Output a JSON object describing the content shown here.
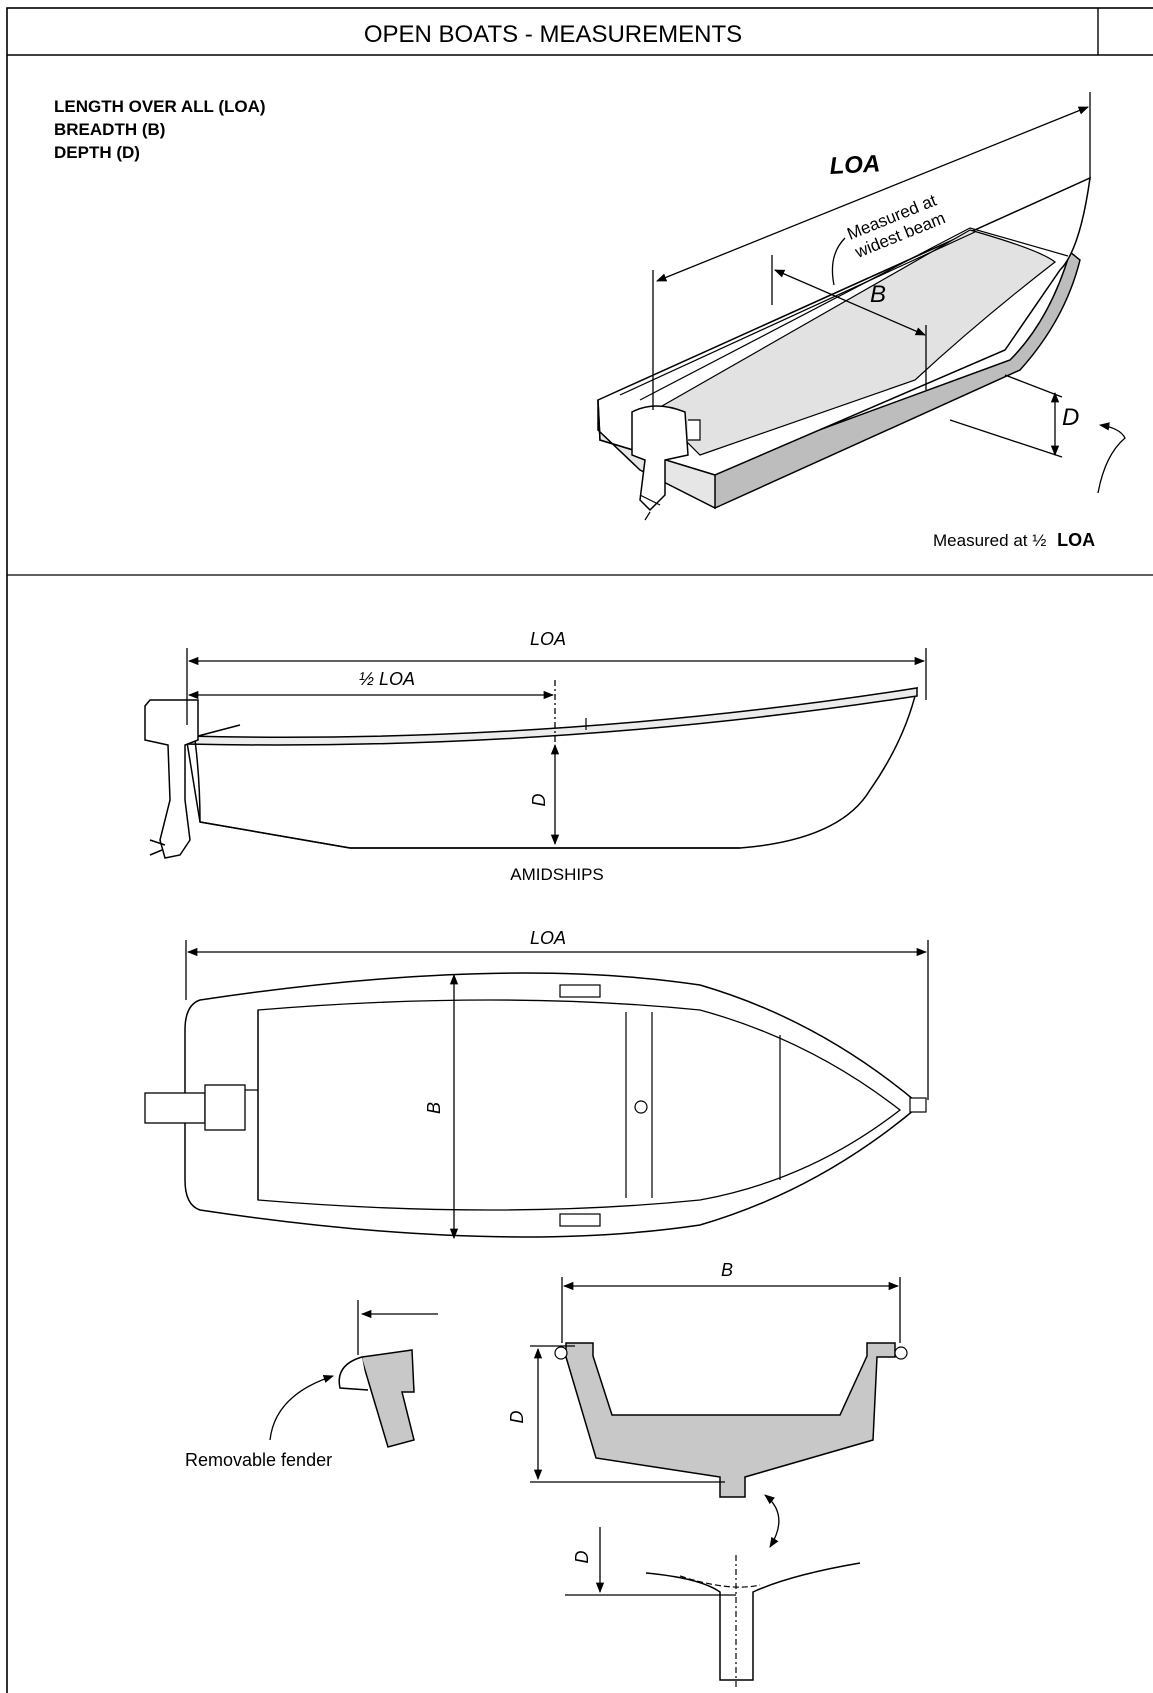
{
  "header": {
    "title": "OPEN BOATS - MEASUREMENTS"
  },
  "legend": {
    "items": [
      "LENGTH OVER ALL (LOA)",
      "BREADTH (B)",
      "DEPTH (D)"
    ]
  },
  "perspective_view": {
    "loa_label": "LOA",
    "beam_note_line1": "Measured at",
    "beam_note_line2": "widest beam",
    "breadth_label": "B",
    "depth_label": "D",
    "depth_note_prefix": "Measured at ½",
    "depth_note_suffix": "LOA"
  },
  "side_view": {
    "loa_label": "LOA",
    "half_loa_label": "½ LOA",
    "depth_label": "D",
    "amidships_label": "AMIDSHIPS"
  },
  "plan_view": {
    "loa_label": "LOA",
    "breadth_label": "B"
  },
  "fender_detail": {
    "fender_label": "Removable fender"
  },
  "section_view": {
    "breadth_label": "B",
    "depth_label": "D"
  },
  "keel_detail": {
    "depth_label": "D"
  }
}
